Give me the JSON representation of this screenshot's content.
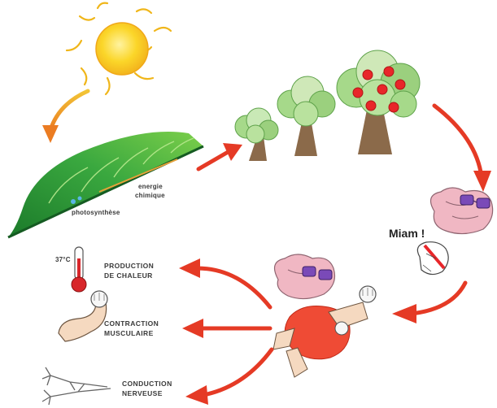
{
  "header": {
    "title": "",
    "note": ""
  },
  "labels": {
    "energie_chimique_line1": "energie",
    "energie_chimique_line2": "chimique",
    "photosynthese": "photosynthèse",
    "miam": "Miam !",
    "temperature": "37°C",
    "production_line1": "PRODUCTION",
    "production_line2": "DE CHALEUR",
    "contraction_line1": "CONTRACTION",
    "contraction_line2": "MUSCULAIRE",
    "conduction_line1": "CONDUCTION",
    "conduction_line2": "NERVEUSE"
  },
  "colors": {
    "sun": "#f8d21e",
    "sun_rays": "#f0b61a",
    "leaf": "#2f9a3a",
    "arrow_red": "#e53a25",
    "arrow_orange": "#ef9a21",
    "trunk": "#8b6a4a",
    "tree_light": "#cfe8b8",
    "tree_mid": "#9bd07e",
    "apple": "#e8262a",
    "brain": "#f0b7c3",
    "glasses": "#7a4ab8"
  }
}
